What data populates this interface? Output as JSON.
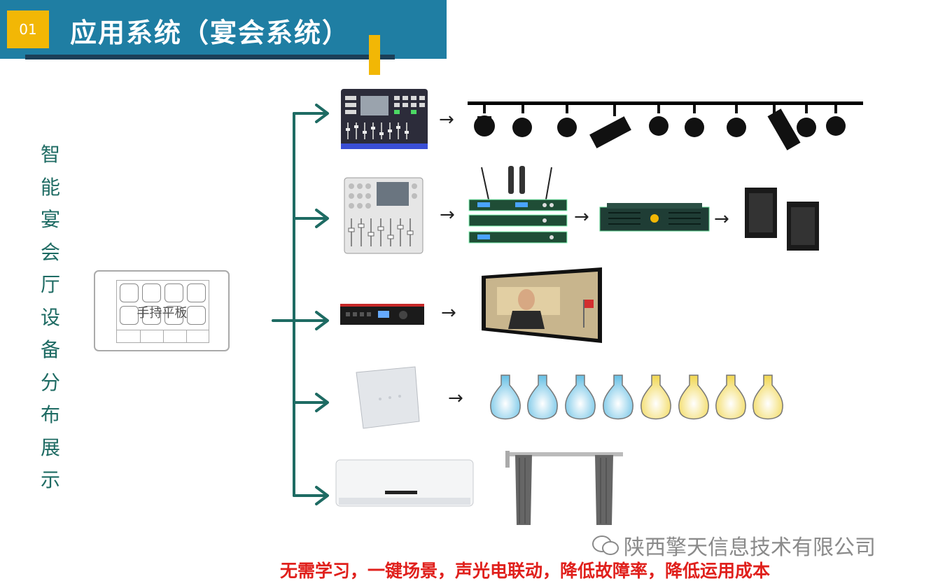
{
  "header": {
    "number": "01",
    "title": "应用系统（宴会系统）"
  },
  "side_title": [
    "智",
    "能",
    "宴",
    "会",
    "厅",
    "设",
    "备",
    "分",
    "布",
    "展",
    "示"
  ],
  "tablet": {
    "label": "手持平板"
  },
  "arrows": {
    "symbol": "→"
  },
  "icons": {
    "tablet": "tablet-icon",
    "lighting_console": "lighting-console-icon",
    "stage_lights": "stage-light-icon",
    "audio_mixer": "audio-mixer-icon",
    "wireless_mic": "wireless-mic-receiver-icon",
    "amplifier": "power-amplifier-icon",
    "speakers": "speaker-icon",
    "video_processor": "video-processor-icon",
    "video_wall": "video-wall-icon",
    "wall_switch": "wall-switch-icon",
    "bulbs": "light-bulb-icon",
    "air_conditioner": "air-conditioner-icon",
    "curtain": "motorized-curtain-icon",
    "wechat": "wechat-icon"
  },
  "colors": {
    "header_bg": "#1f7ea3",
    "accent": "#f2b705",
    "flow_arrow": "#1e6b63",
    "slogan": "#e0201c"
  },
  "slogan": "无需学习，一键场景，声光电联动，降低故障率，降低运用成本",
  "watermark": "陕西擎天信息技术有限公司"
}
